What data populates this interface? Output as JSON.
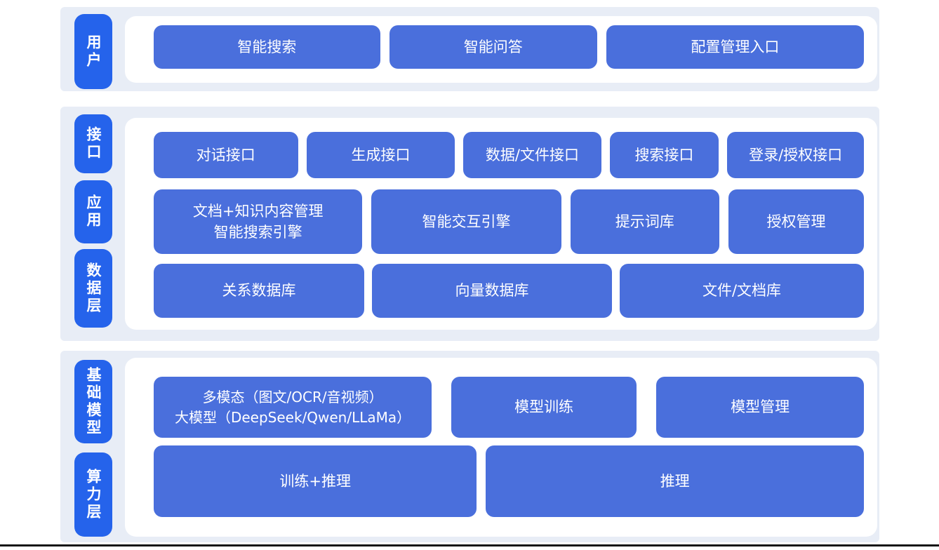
{
  "colors": {
    "side_label_blue": "#2563eb",
    "box_blue": "#4a6fdc",
    "section_panel_bg": "#e8edf6",
    "inner_panel_bg": "#ffffff",
    "bottom_rule": "#141414",
    "text_white": "#ffffff"
  },
  "sections": [
    {
      "side_labels": [
        {
          "text": "用户"
        }
      ],
      "rows": [
        {
          "boxes": [
            {
              "label": "智能搜索"
            },
            {
              "label": "智能问答"
            },
            {
              "label": "配置管理入口"
            }
          ]
        }
      ]
    },
    {
      "side_labels": [
        {
          "text": "接口"
        },
        {
          "text": "应用"
        },
        {
          "text": "数据层"
        }
      ],
      "rows": [
        {
          "boxes": [
            {
              "label": "对话接口"
            },
            {
              "label": "生成接口"
            },
            {
              "label": "数据/文件接口"
            },
            {
              "label": "搜索接口"
            },
            {
              "label": "登录/授权接口"
            }
          ]
        },
        {
          "boxes": [
            {
              "label": "文档+知识内容管理\n智能搜索引擎"
            },
            {
              "label": "智能交互引擎"
            },
            {
              "label": "提示词库"
            },
            {
              "label": "授权管理"
            }
          ]
        },
        {
          "boxes": [
            {
              "label": "关系数据库"
            },
            {
              "label": "向量数据库"
            },
            {
              "label": "文件/文档库"
            }
          ]
        }
      ]
    },
    {
      "side_labels": [
        {
          "text": "基础模型"
        },
        {
          "text": "算力层"
        }
      ],
      "rows": [
        {
          "boxes": [
            {
              "label": "多模态（图文/OCR/音视频）\n大模型（DeepSeek/Qwen/LLaMa）"
            },
            {
              "label": "模型训练"
            },
            {
              "label": "模型管理"
            }
          ]
        },
        {
          "boxes": [
            {
              "label": "训练+推理"
            },
            {
              "label": "推理"
            }
          ]
        }
      ]
    }
  ]
}
